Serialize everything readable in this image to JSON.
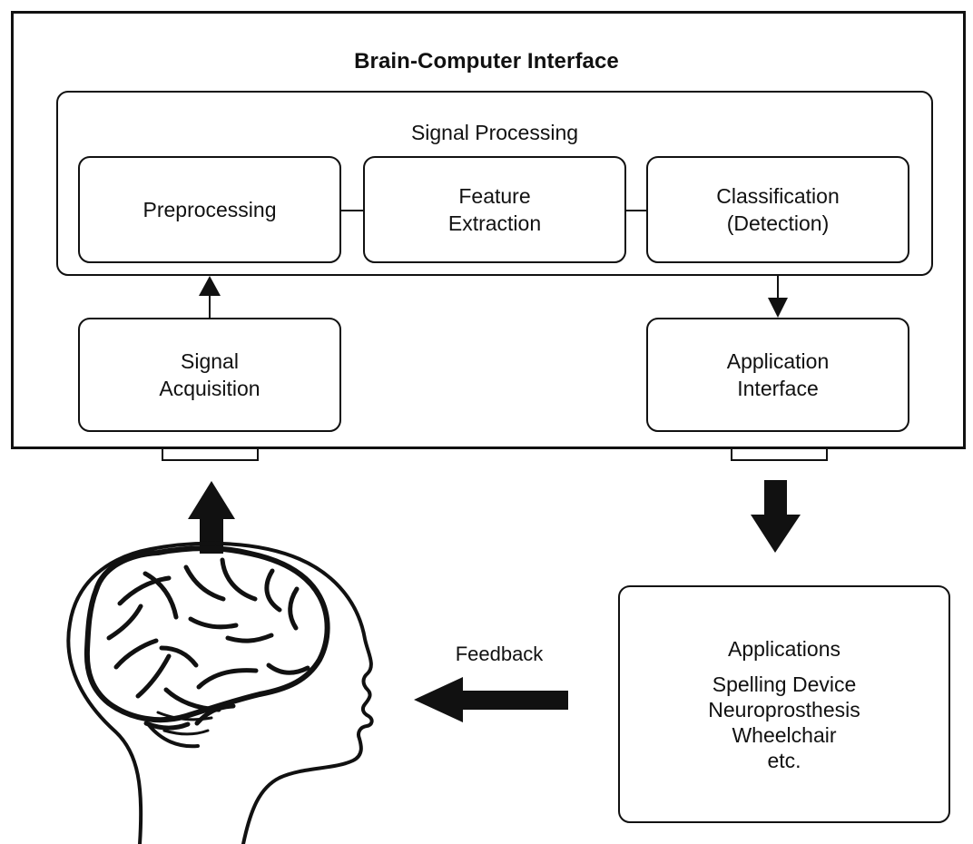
{
  "diagram": {
    "title": "Brain-Computer Interface",
    "signal_processing": {
      "label": "Signal Processing",
      "steps": [
        {
          "label": "Preprocessing"
        },
        {
          "label": "Feature\nExtraction"
        },
        {
          "label": "Classification\n(Detection)"
        }
      ]
    },
    "signal_acquisition": {
      "label": "Signal\nAcquisition"
    },
    "application_interface": {
      "label": "Application\nInterface"
    },
    "feedback": {
      "label": "Feedback"
    },
    "applications": {
      "title": "Applications",
      "items": [
        "Spelling Device",
        "Neuroprosthesis",
        "Wheelchair",
        "etc."
      ]
    },
    "colors": {
      "line": "#111111",
      "background": "#ffffff"
    },
    "icons": {
      "brain": "brain-head-icon",
      "up": "arrow-up-icon",
      "down": "arrow-down-icon",
      "left": "arrow-left-icon"
    }
  }
}
